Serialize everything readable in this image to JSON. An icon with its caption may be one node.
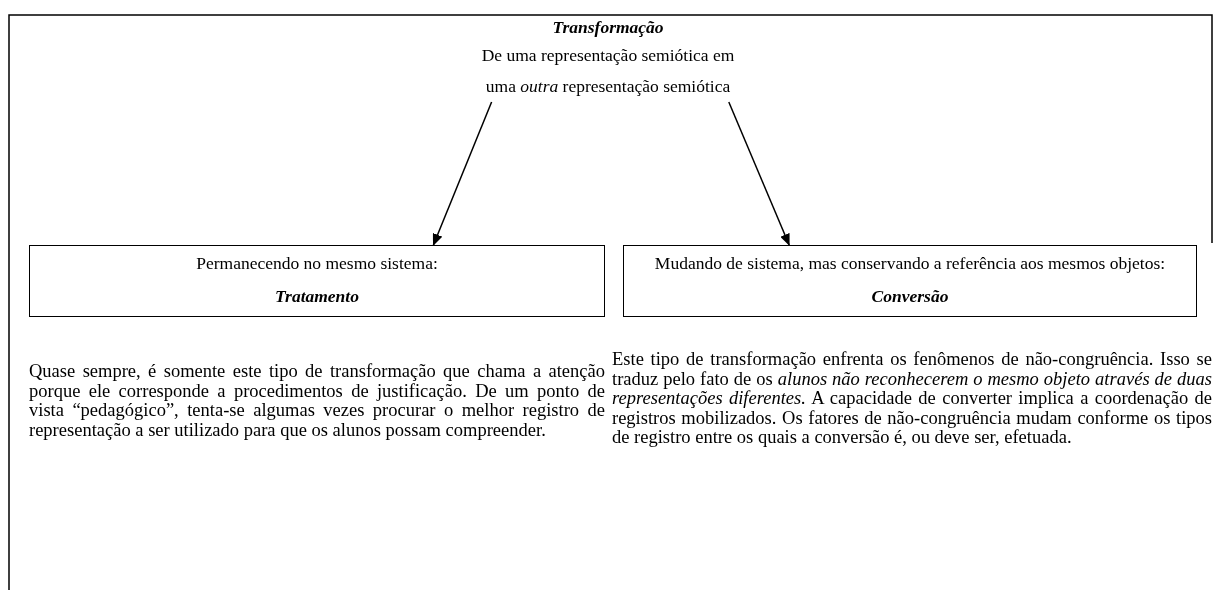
{
  "diagram": {
    "nodes": [
      {
        "text": [
          "Transformação",
          "De uma representação semiótica em uma *outra* representação semiótica"
        ]
      },
      {
        "text": [
          "Permanecendo no mesmo sistema:",
          "Tratamento"
        ],
        "beside": [
          "Quase sempre, é somente este tipo de transformação que chama a atenção porque ele corresponde a procedimentos de justificação. De um ponto de vista “pedagógico”, tenta-se algumas vezes procurar o melhor registro de representação a ser utilizado para que os alunos possam compreender."
        ]
      },
      {
        "text": [
          "Mudando de sistema, mas conservando a referência aos mesmos objetos:",
          "Conversão"
        ],
        "beside": [
          "Este tipo de transformação enfrenta os fenômenos de não-congruência. Isso se traduz pelo fato de os *alunos não reconhecerem o mesmo objeto através de duas representações diferentes.* A capacidade de converter implica a coordenação de registros mobilizados. Os fatores de não-congruência mudam conforme os tipos de registro entre os quais a conversão é, ou deve ser, efetuada."
        ]
      }
    ],
    "edges": [
      {
        "from": 0,
        "to": 1,
        "arrow": "to"
      },
      {
        "from": 0,
        "to": 2,
        "arrow": "to"
      }
    ]
  }
}
